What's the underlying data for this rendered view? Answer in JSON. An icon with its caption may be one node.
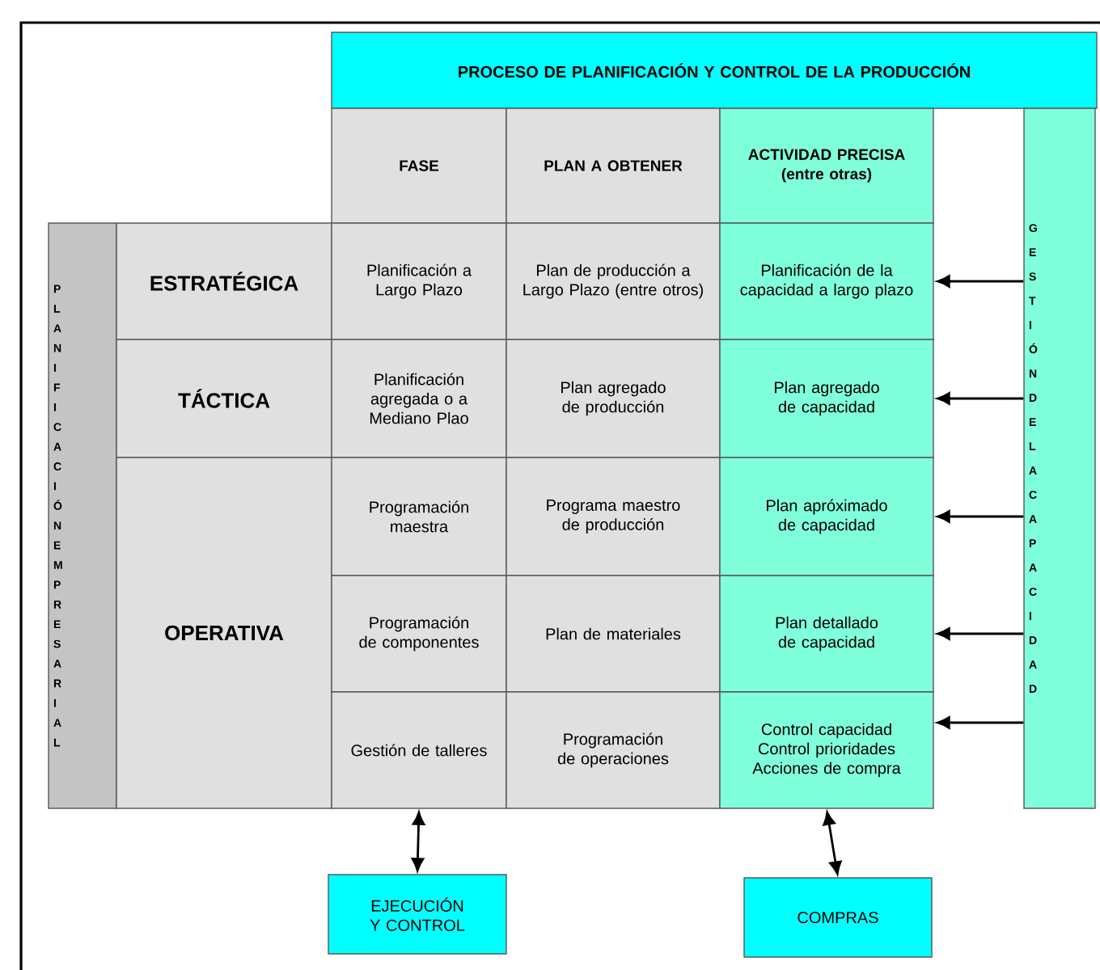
{
  "diagram": {
    "nodes": [
      {
        "text": [
          "PROCESO DE PLANIFICACIÓN Y CONTROL DE LA PRODUCCIÓN"
        ]
      },
      {
        "text": [
          "FASE"
        ]
      },
      {
        "text": [
          "PLAN A OBTENER"
        ]
      },
      {
        "text": [
          "ACTIVIDAD PRECISA (entre otras)"
        ]
      },
      {
        "text": [
          "GESTIÓN DE LA CAPACIDAD"
        ]
      },
      {
        "text": [
          "PLANIFICACIÓN EMPRESARIAL"
        ]
      },
      {
        "text": [
          "ESTRATÉGICA"
        ]
      },
      {
        "text": [
          "Planificación a Largo Plazo"
        ]
      },
      {
        "text": [
          "Plan de producción a Largo Plazo (entre otros)"
        ]
      },
      {
        "text": [
          "Planificación de la capacidad a largo plazo"
        ]
      },
      {
        "text": [
          "TÁCTICA"
        ]
      },
      {
        "text": [
          "Planificación agregada o a Mediano Plao"
        ]
      },
      {
        "text": [
          "Plan agregado de producción"
        ]
      },
      {
        "text": [
          "Plan agregado de capacidad"
        ]
      },
      {
        "text": [
          "OPERATIVA"
        ]
      },
      {
        "text": [
          "Programación maestra"
        ]
      },
      {
        "text": [
          "Programa maestro de producción"
        ]
      },
      {
        "text": [
          "Plan apróximado de capacidad"
        ]
      },
      {
        "text": [
          "Programación de componentes"
        ]
      },
      {
        "text": [
          "Plan de materiales"
        ]
      },
      {
        "text": [
          "Plan detallado de capacidad"
        ]
      },
      {
        "text": [
          "Gestión de talleres"
        ]
      },
      {
        "text": [
          "Programación de operaciones"
        ]
      },
      {
        "text": [
          "Control capacidad Control prioridades Acciones de compra"
        ]
      },
      {
        "text": [
          "EJECUCIÓN Y CONTROL"
        ]
      },
      {
        "text": [
          "COMPRAS"
        ]
      }
    ],
    "edges": [
      {
        "from": 4,
        "to": 9,
        "arrow": "to"
      },
      {
        "from": 4,
        "to": 13,
        "arrow": "to"
      },
      {
        "from": 4,
        "to": 17,
        "arrow": "to"
      },
      {
        "from": 4,
        "to": 20,
        "arrow": "to"
      },
      {
        "from": 4,
        "to": 23,
        "arrow": "to"
      },
      {
        "from": 21,
        "to": 24,
        "arrow": "both"
      },
      {
        "from": 23,
        "to": 25,
        "arrow": "both"
      }
    ]
  }
}
